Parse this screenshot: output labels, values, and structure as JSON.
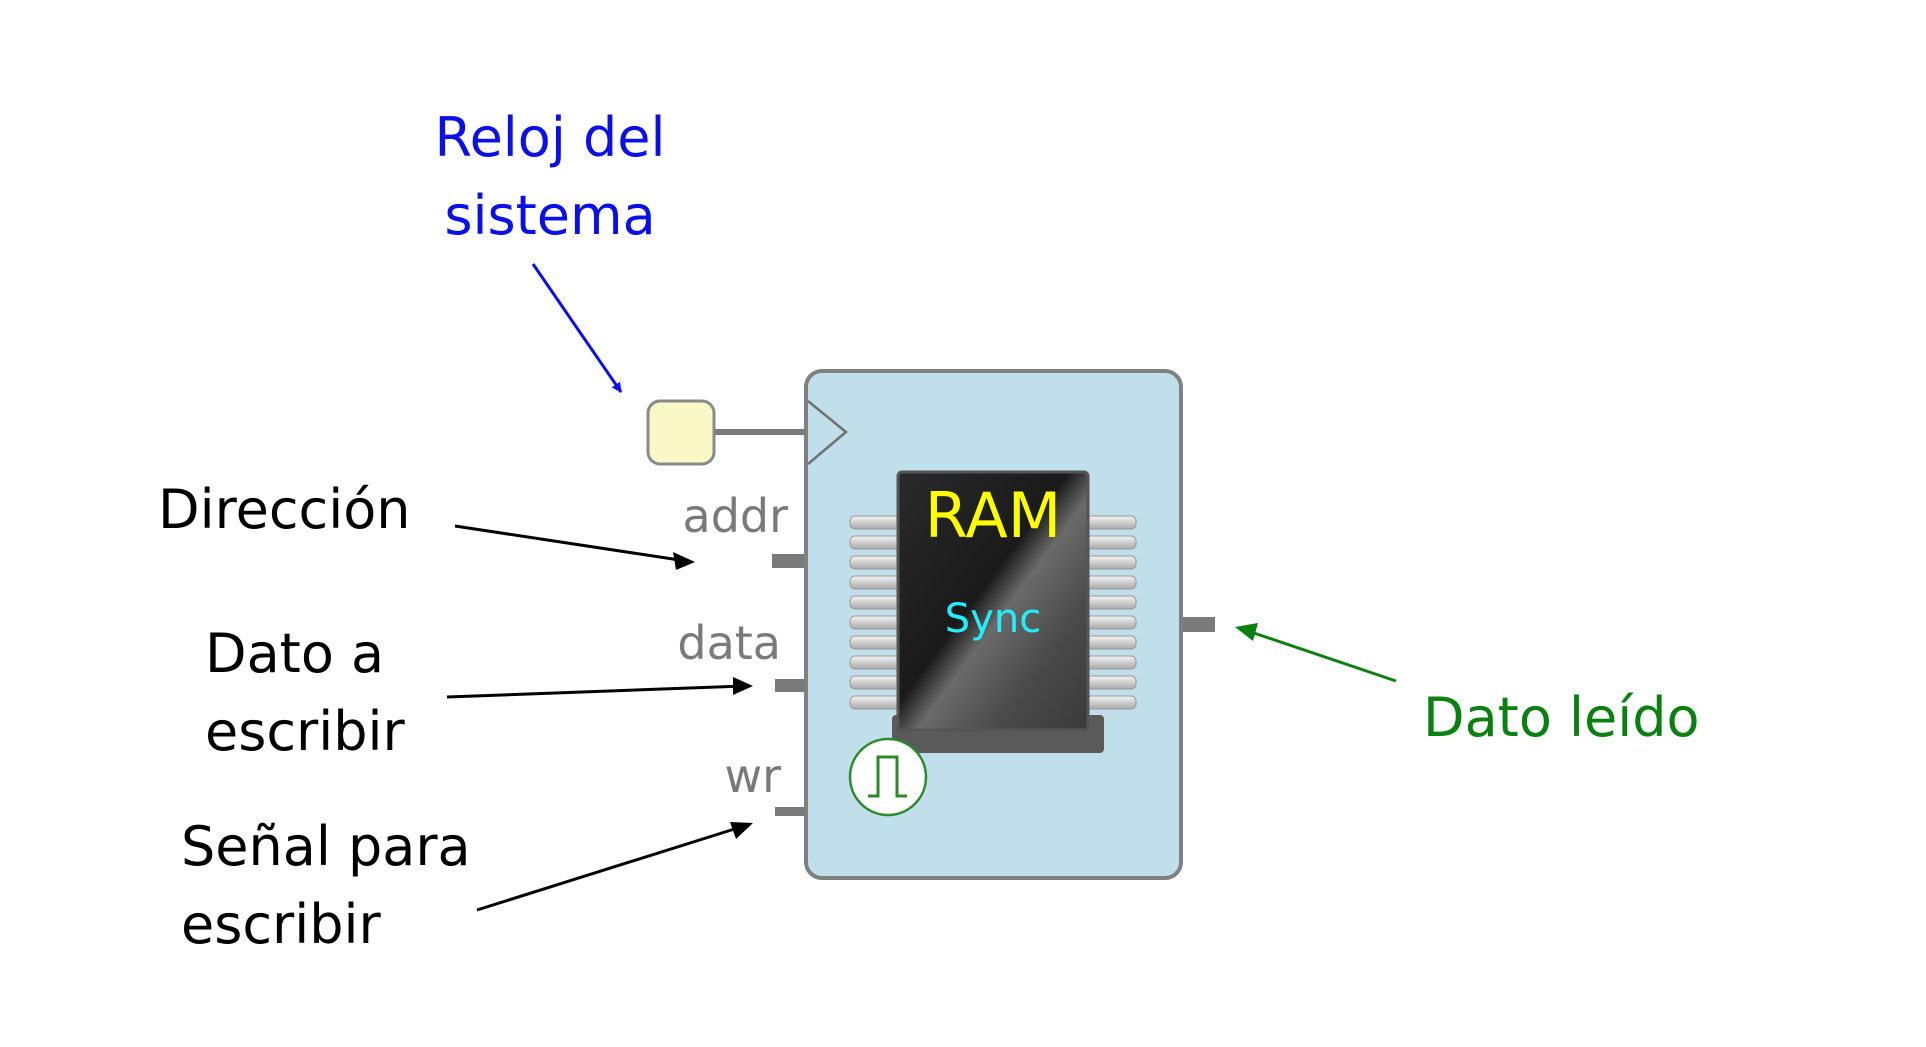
{
  "annotations": {
    "clock": {
      "line1": "Reloj del",
      "line2": "sistema",
      "color": "#0b10e6"
    },
    "address": {
      "line1": "Dirección",
      "color": "#000000"
    },
    "write_data": {
      "line1": "Dato a",
      "line2": "escribir",
      "color": "#000000"
    },
    "write_signal": {
      "line1": "Señal para",
      "line2": "escribir",
      "color": "#000000"
    },
    "read_data": {
      "line1": "Dato leído",
      "color": "#0a8010"
    }
  },
  "block": {
    "title": "RAM",
    "subtitle": "Sync",
    "title_color": "#ffff00",
    "subtitle_color": "#22eeff",
    "body_color": "#c1dfea",
    "ports": {
      "addr": "addr",
      "data": "data",
      "wr": "wr"
    },
    "icons": [
      "ram-chip-icon",
      "clock-pulse-icon",
      "clock-triangle-icon"
    ]
  }
}
